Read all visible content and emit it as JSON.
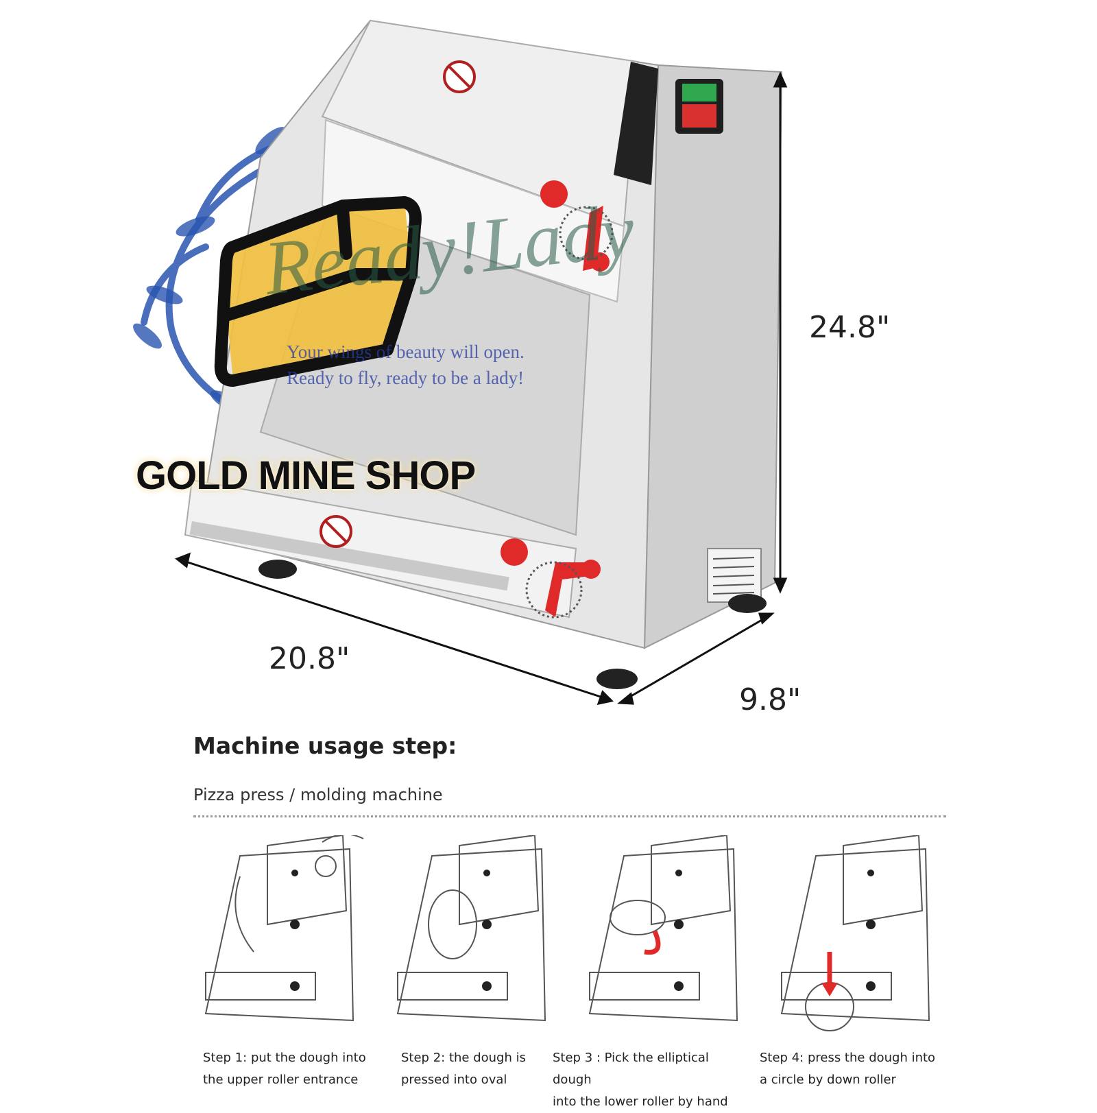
{
  "dimensions": {
    "height": "24.8\"",
    "width": "20.8\"",
    "depth": "9.8\""
  },
  "watermark": {
    "shop_name": "GOLD MINE SHOP",
    "brand": "Ready!Lady",
    "tagline_line1": "Your wings of beauty will open.",
    "tagline_line2": "Ready to fly, ready to be a lady!"
  },
  "usage": {
    "title": "Machine usage step:",
    "subtitle": "Pizza press / molding machine",
    "steps": [
      {
        "line1": "Step 1: put the dough into",
        "line2": "the upper roller entrance"
      },
      {
        "line1": "Step 2: the dough is",
        "line2": "pressed into oval"
      },
      {
        "line1": "Step 3 : Pick the elliptical dough",
        "line2": "into the lower roller by hand"
      },
      {
        "line1": "Step 4: press the dough into",
        "line2": "a circle by down roller"
      }
    ]
  },
  "colors": {
    "steel": "#d9d9d9",
    "accent_red": "#e02a2a",
    "watermark_blue": "#2a55b0",
    "logo_gold": "#f0c040"
  }
}
